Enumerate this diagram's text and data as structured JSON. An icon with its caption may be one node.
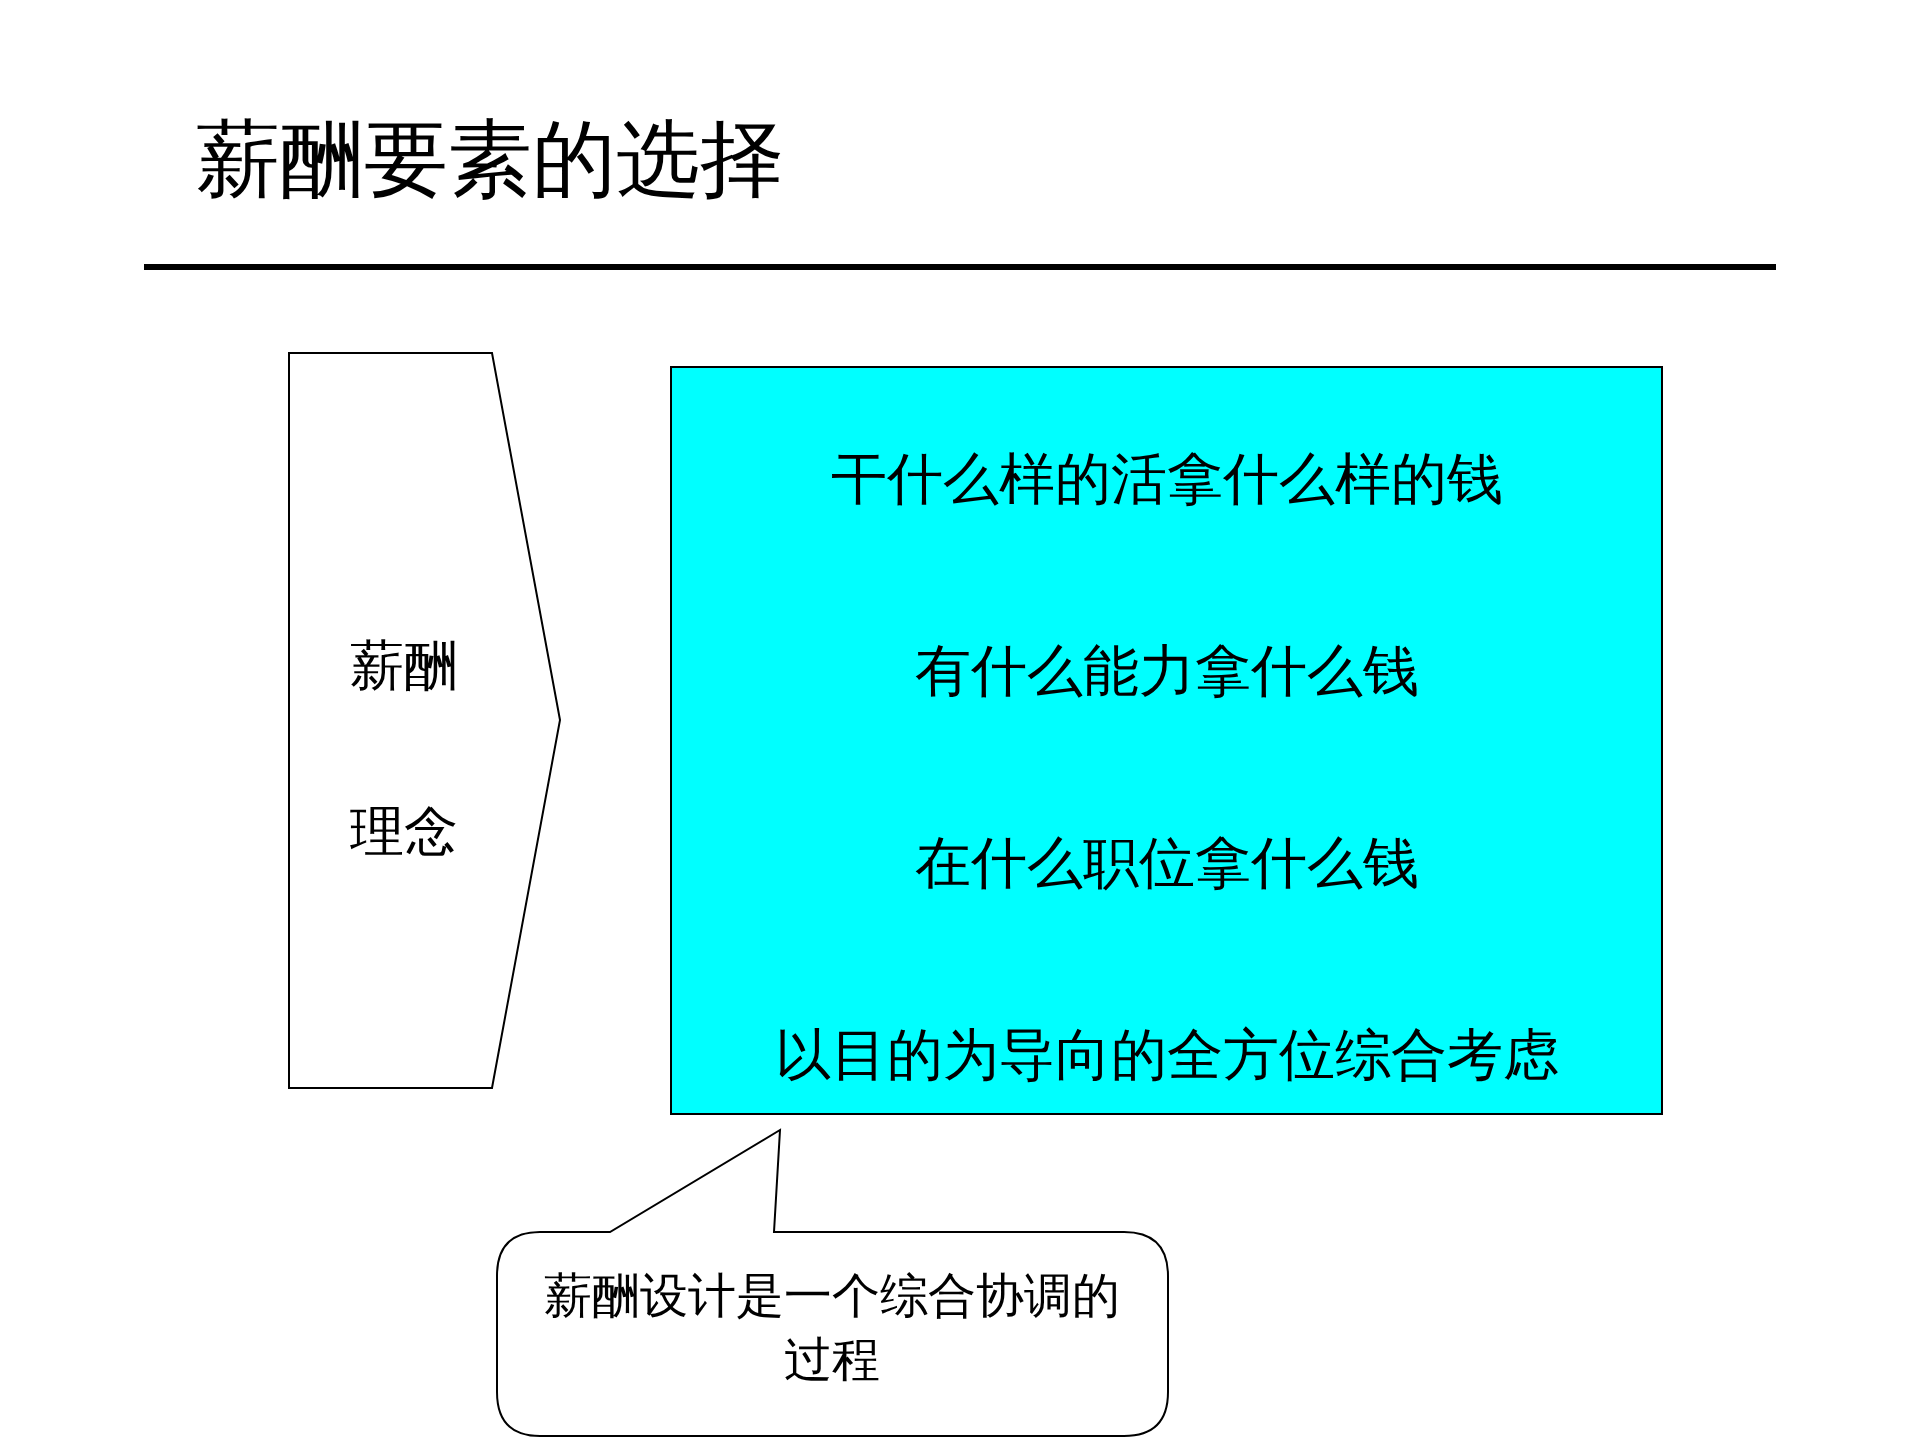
{
  "diagram": {
    "title": "薪酬要素的选择",
    "nodes": [
      {
        "text": [
          "薪酬理念"
        ]
      },
      {
        "text": [
          "干什么样的活拿什么样的钱",
          "有什么能力拿什么钱",
          "在什么职位拿什么钱",
          "以目的为导向的全方位综合考虑"
        ]
      },
      {
        "text": [
          "薪酬设计是一个综合协调的过程"
        ]
      }
    ]
  }
}
